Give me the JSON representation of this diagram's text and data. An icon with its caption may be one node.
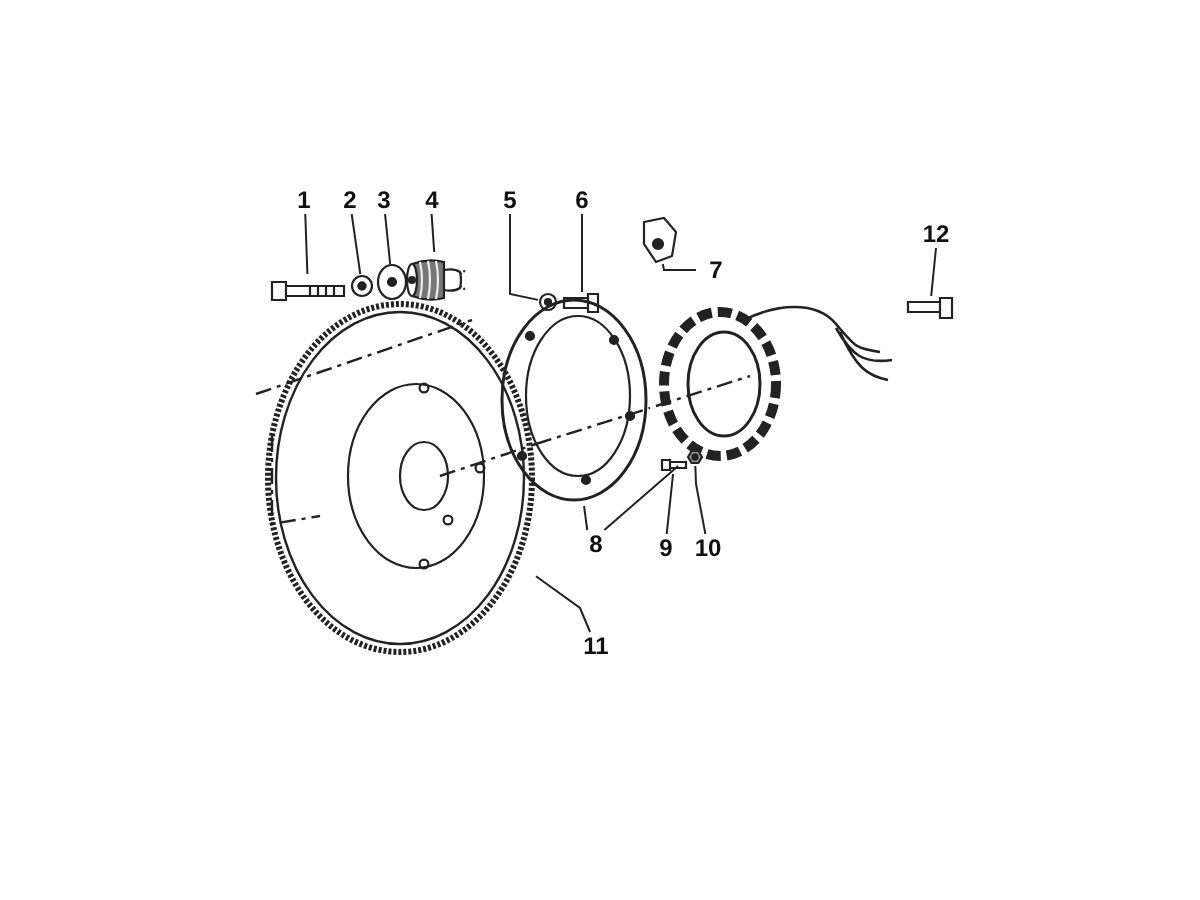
{
  "diagram": {
    "nodes": [
      {
        "text": [
          "1"
        ]
      },
      {
        "text": [
          "2"
        ]
      },
      {
        "text": [
          "3"
        ]
      },
      {
        "text": [
          "4"
        ]
      },
      {
        "text": [
          "5"
        ]
      },
      {
        "text": [
          "6"
        ]
      },
      {
        "text": [
          "7"
        ]
      },
      {
        "text": [
          "8"
        ]
      },
      {
        "text": [
          "9"
        ]
      },
      {
        "text": [
          "10"
        ]
      },
      {
        "text": [
          "11"
        ]
      },
      {
        "text": [
          "12"
        ]
      },
      {
        "text": [],
        "shape": "picture"
      },
      {
        "text": [],
        "shape": "picture"
      },
      {
        "text": [],
        "shape": "picture"
      },
      {
        "text": [],
        "shape": "picture"
      },
      {
        "text": [],
        "shape": "picture"
      },
      {
        "text": [],
        "shape": "picture"
      },
      {
        "text": [],
        "shape": "picture"
      },
      {
        "text": [],
        "shape": "picture"
      },
      {
        "text": [],
        "shape": "picture"
      },
      {
        "text": [],
        "shape": "picture"
      },
      {
        "text": [],
        "shape": "picture"
      },
      {
        "text": [],
        "shape": "picture"
      },
      {
        "text": [],
        "shape": "picture"
      }
    ],
    "edges": [
      {
        "from": 0,
        "to": 12,
        "arrow": "none"
      },
      {
        "from": 1,
        "to": 13,
        "arrow": "none"
      },
      {
        "from": 2,
        "to": 14,
        "arrow": "none"
      },
      {
        "from": 3,
        "to": 15,
        "arrow": "none"
      },
      {
        "from": 4,
        "to": 16,
        "arrow": "none"
      },
      {
        "from": 5,
        "to": 17,
        "arrow": "none"
      },
      {
        "from": 6,
        "to": 18,
        "arrow": "none"
      },
      {
        "from": 7,
        "to": 19,
        "arrow": "none"
      },
      {
        "from": 7,
        "to": 20,
        "arrow": "none"
      },
      {
        "from": 8,
        "to": 21,
        "arrow": "none"
      },
      {
        "from": 9,
        "to": 22,
        "arrow": "none"
      },
      {
        "from": 10,
        "to": 23,
        "arrow": "none"
      },
      {
        "from": 11,
        "to": 24,
        "arrow": "none"
      }
    ]
  }
}
